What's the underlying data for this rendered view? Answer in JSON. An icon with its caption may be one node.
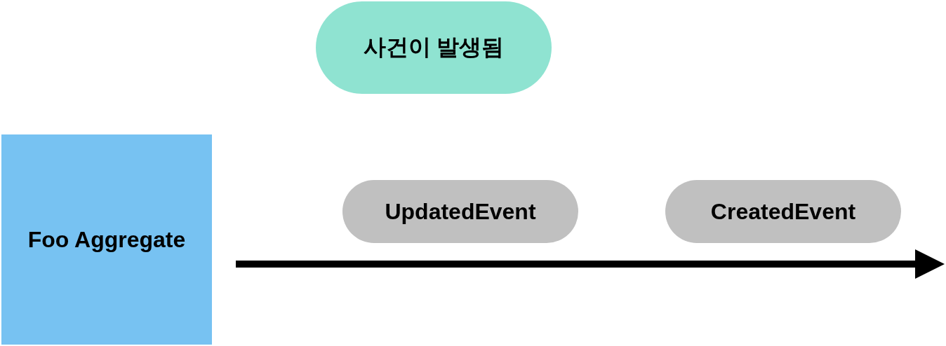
{
  "diagram": {
    "nodes": [
      {
        "text": [
          "사건이 발생됨"
        ]
      },
      {
        "text": [
          "Foo Aggregate"
        ]
      },
      {
        "text": [
          "UpdatedEvent"
        ]
      },
      {
        "text": [
          "CreatedEvent"
        ]
      }
    ]
  }
}
